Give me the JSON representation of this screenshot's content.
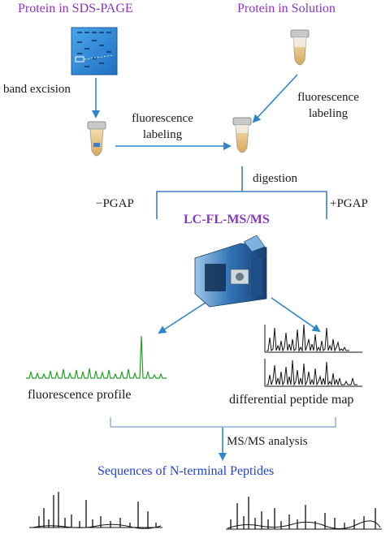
{
  "sources": {
    "gel": "Protein in SDS-PAGE",
    "solution": "Protein in Solution"
  },
  "steps": {
    "band_excision": "band excision",
    "fl_left_1": "fluorescence",
    "fl_left_2": "labeling",
    "fl_right_1": "fluorescence",
    "fl_right_2": "labeling",
    "digestion": "digestion",
    "minus_pgap": "−PGAP",
    "plus_pgap": "+PGAP",
    "method": "LC-FL-MS/MS",
    "fluorescence_profile": "fluorescence profile",
    "peptide_map": "differential peptide map",
    "msms": "MS/MS analysis",
    "result": "Sequences of N-terminal Peptides"
  },
  "colors": {
    "arrow": "#2f86c9",
    "bracket": "#3b7fc2",
    "source_text": "#8a35c0",
    "result_text": "#1f3fd6",
    "fluorescence_trace": "#22a022",
    "gel": "#2f87d6",
    "tube_liquid": "#e8c27a"
  },
  "icons": [
    "gel-icon",
    "tube-icon",
    "instrument-icon",
    "chromatogram",
    "spectrum"
  ]
}
